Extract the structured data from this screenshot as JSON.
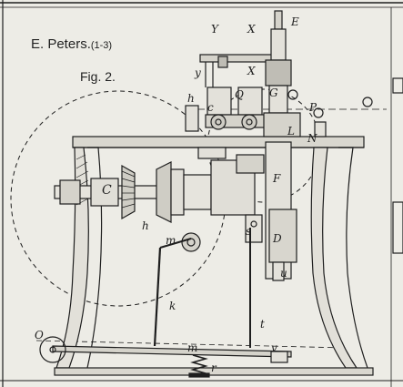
{
  "caption": {
    "author": "E. Peters.",
    "plate_ref": "(1-3)",
    "figure": "Fig. 2."
  },
  "labels": {
    "Y": "Y",
    "X_upper": "X",
    "E": "E",
    "y": "y",
    "X_lower": "X",
    "h_upper": "h",
    "Q": "Q",
    "G": "G",
    "P": "P",
    "c": "c",
    "L": "L",
    "N": "N",
    "C": "C",
    "F": "F",
    "h_lower": "h",
    "m_left": "m",
    "s": "s",
    "D": "D",
    "u": "u",
    "k": "k",
    "t": "t",
    "O": "O",
    "m_bottom": "m",
    "r": "r",
    "v": "v"
  },
  "colors": {
    "ink": "#1e1e1e",
    "paper": "#edece6"
  }
}
